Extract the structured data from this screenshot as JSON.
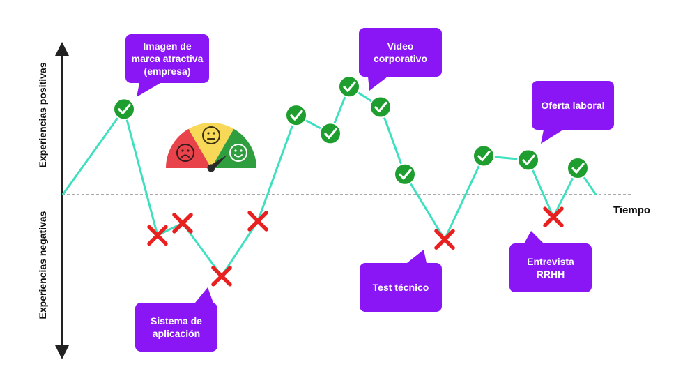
{
  "colors": {
    "line": "#3fe0c0",
    "positive": "#1e9e2e",
    "negative": "#e8201f",
    "bubble": "#8a16f5",
    "axis": "#222222",
    "baseline": "#777777",
    "gauge_red": "#e8434a",
    "gauge_yellow": "#f7d857",
    "gauge_green": "#2f9e3f",
    "needle": "#2a2a2a"
  },
  "axes": {
    "positive_label": "Experiencias positivas",
    "negative_label": "Experiencias negativas",
    "time_label": "Tiempo"
  },
  "journey": {
    "points": [
      {
        "t": 0,
        "v": 0,
        "kind": "start"
      },
      {
        "t": 1,
        "v": 4.2,
        "kind": "positive"
      },
      {
        "t": 2,
        "v": -2.0,
        "kind": "negative"
      },
      {
        "t": 3,
        "v": -1.4,
        "kind": "negative"
      },
      {
        "t": 4,
        "v": -4.0,
        "kind": "negative"
      },
      {
        "t": 5,
        "v": -1.3,
        "kind": "negative"
      },
      {
        "t": 6,
        "v": 3.9,
        "kind": "positive"
      },
      {
        "t": 7,
        "v": 3.0,
        "kind": "positive"
      },
      {
        "t": 8,
        "v": 5.3,
        "kind": "positive"
      },
      {
        "t": 9,
        "v": 4.3,
        "kind": "positive"
      },
      {
        "t": 10,
        "v": 1.0,
        "kind": "positive"
      },
      {
        "t": 11,
        "v": -2.2,
        "kind": "negative"
      },
      {
        "t": 12,
        "v": 1.9,
        "kind": "positive"
      },
      {
        "t": 13,
        "v": 1.7,
        "kind": "positive"
      },
      {
        "t": 14,
        "v": -1.1,
        "kind": "negative"
      },
      {
        "t": 15,
        "v": 1.3,
        "kind": "positive"
      },
      {
        "t": 16,
        "v": 0,
        "kind": "end"
      }
    ],
    "callouts": [
      {
        "label": "Imagen de marca atractiva (empresa)"
      },
      {
        "label": "Sistema de aplicación"
      },
      {
        "label": "Video corporativo"
      },
      {
        "label": "Test técnico"
      },
      {
        "label": "Oferta laboral"
      },
      {
        "label": "Entrevista RRHH"
      }
    ]
  },
  "gauge": {
    "faces": [
      "sad",
      "neutral",
      "happy"
    ],
    "level": 0.78
  }
}
